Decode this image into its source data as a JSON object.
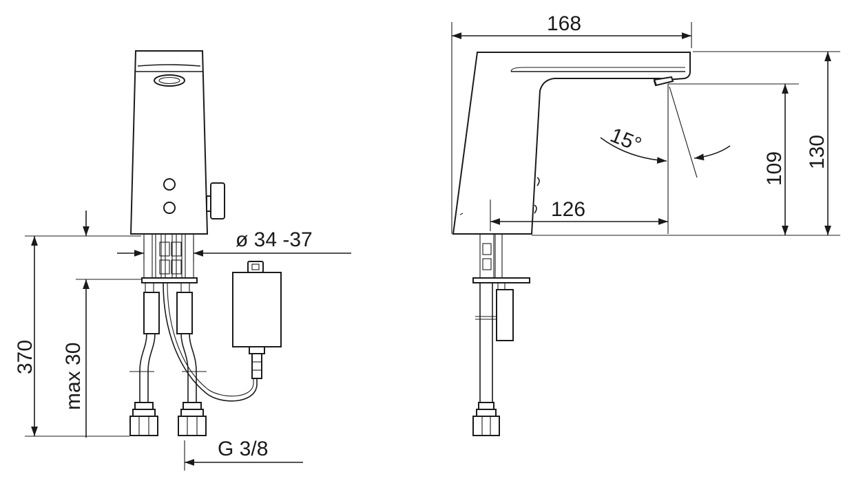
{
  "dimensions": {
    "overall_length": "168",
    "total_height": "130",
    "spout_height": "109",
    "sensor_reach": "126",
    "sensor_angle": "15°",
    "hole_diameter": "ø 34 -37",
    "installation_length": "370",
    "deck_thickness": "max 30",
    "connection_thread": "G 3/8"
  },
  "colors": {
    "line": "#1a1a1a",
    "background": "#ffffff"
  }
}
